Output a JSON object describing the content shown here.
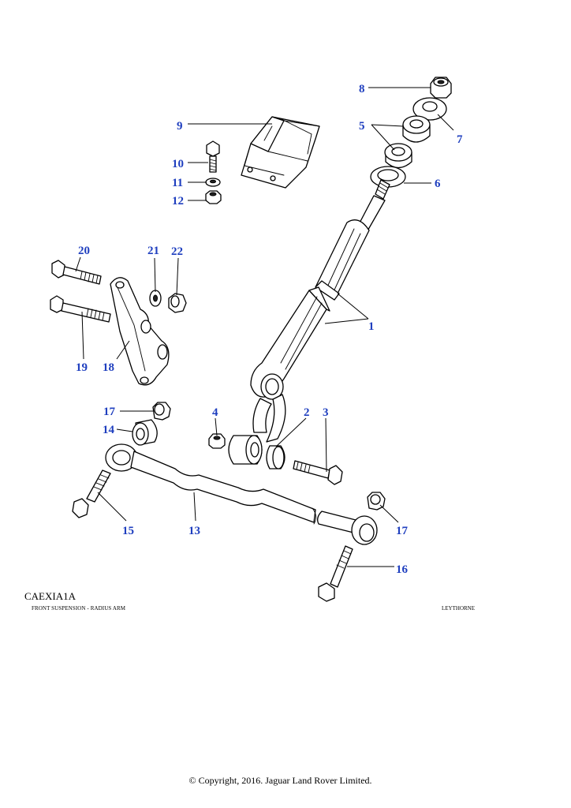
{
  "diagram": {
    "reference_code": "CAEXIA1A",
    "title": "FRONT SUSPENSION - RADIUS ARM",
    "plant": "LEYTHORNE",
    "copyright": "© Copyright, 2016. Jaguar Land Rover Limited.",
    "callouts": {
      "c1": "1",
      "c2": "2",
      "c3": "3",
      "c4": "4",
      "c5": "5",
      "c6": "6",
      "c7": "7",
      "c8": "8",
      "c9": "9",
      "c10": "10",
      "c11": "11",
      "c12": "12",
      "c13": "13",
      "c14": "14",
      "c15": "15",
      "c16": "16",
      "c17a": "17",
      "c17b": "17",
      "c18": "18",
      "c19": "19",
      "c20": "20",
      "c21": "21",
      "c22": "22"
    },
    "colors": {
      "callout": "#1f3fbf",
      "line": "#000000",
      "background": "#ffffff"
    }
  }
}
